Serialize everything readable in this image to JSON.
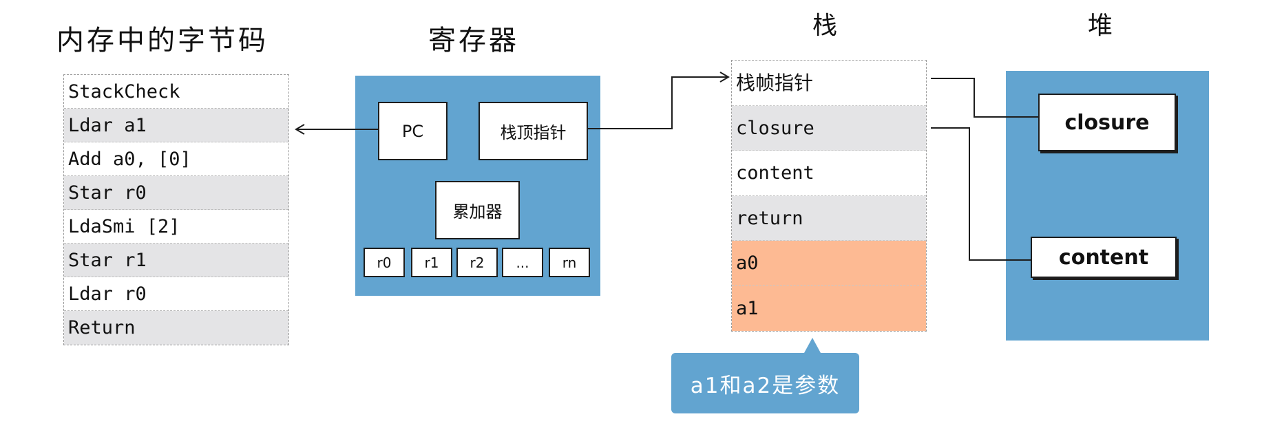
{
  "titles": {
    "bytecode": "内存中的字节码",
    "registers": "寄存器",
    "stack": "栈",
    "heap": "堆"
  },
  "bytecode": [
    "StackCheck",
    "Ldar a1",
    "Add a0, [0]",
    "Star r0",
    "LdaSmi [2]",
    "Star r1",
    "Ldar r0",
    "Return"
  ],
  "registers": {
    "pc": "PC",
    "stack_top_pointer": "栈顶指针",
    "accumulator": "累加器",
    "general": [
      "r0",
      "r1",
      "r2",
      "...",
      "rn"
    ]
  },
  "stack": [
    {
      "label": "栈帧指针",
      "style": "white"
    },
    {
      "label": "closure",
      "style": "gray"
    },
    {
      "label": "content",
      "style": "white"
    },
    {
      "label": "return",
      "style": "gray"
    },
    {
      "label": "a0",
      "style": "orange"
    },
    {
      "label": "a1",
      "style": "orange"
    }
  ],
  "heap": {
    "closure": "closure",
    "content": "content"
  },
  "callout": "a1和a2是参数",
  "colors": {
    "panel": "#62a4d0",
    "row_gray": "#e4e4e6",
    "row_orange": "#fdba93",
    "stroke": "#1d1d1d"
  }
}
